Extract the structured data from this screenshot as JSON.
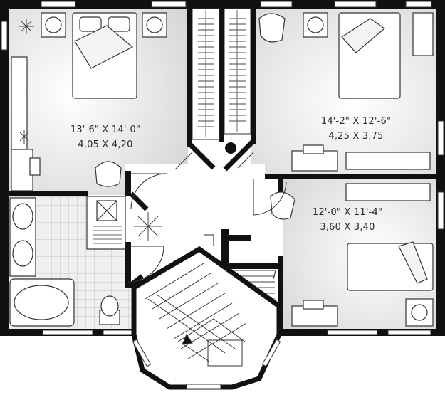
{
  "rooms": [
    {
      "name_imperial": "13'-6\" X 14'-0\"",
      "name_metric": "4,05 X 4,20"
    },
    {
      "name_imperial": "14'-2\" X 12'-6\"",
      "name_metric": "4,25 X 3,75"
    },
    {
      "name_imperial": "12'-0\" X 11'-4\"",
      "name_metric": "3,60 X 3,40"
    }
  ],
  "colors": {
    "wall": "#111111",
    "line": "#333333",
    "floor_light": "#ffffff",
    "floor_shade": "#d9d9d9"
  }
}
